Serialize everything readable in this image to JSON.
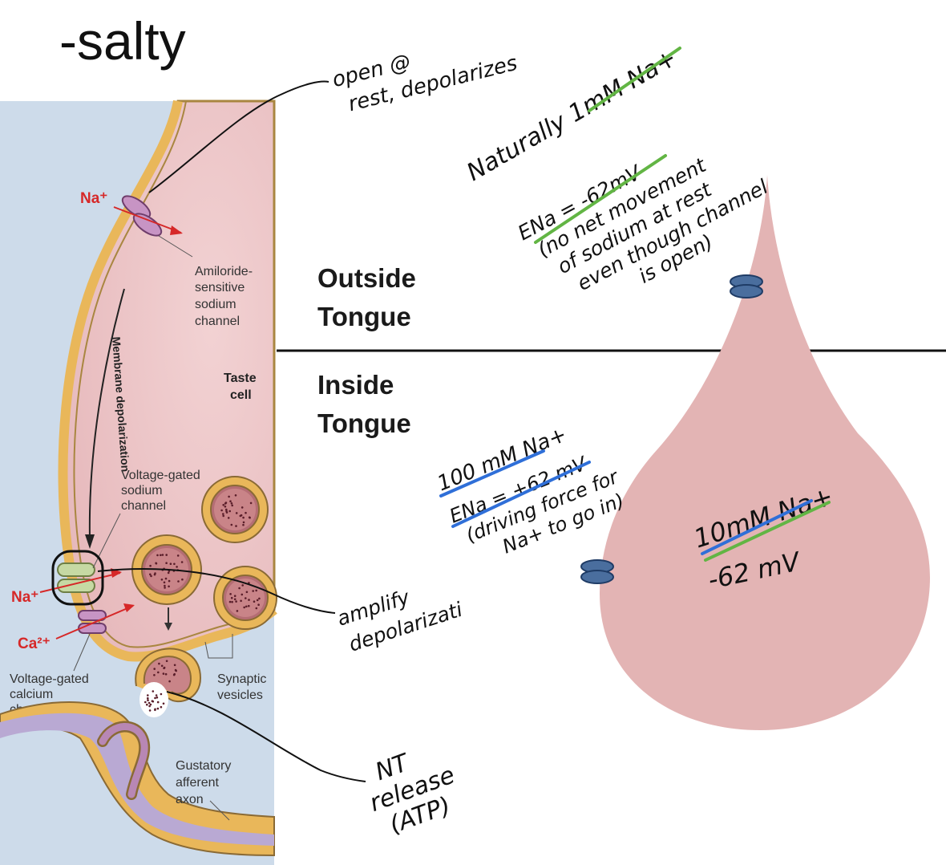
{
  "slide": {
    "title": "-salty"
  },
  "regions": {
    "outside": "Outside\nTongue",
    "inside": "Inside\nTongue"
  },
  "diagram_labels": {
    "na_top": "Na⁺",
    "amiloride": [
      "Amiloride-",
      "sensitive",
      "sodium",
      "channel"
    ],
    "taste_cell": [
      "Taste",
      "cell"
    ],
    "membrane_depolarization": "Membrane depolarization",
    "voltage_gated_sodium": [
      "Voltage-gated",
      "sodium",
      "channel"
    ],
    "na_bottom": "Na⁺",
    "ca": "Ca²⁺",
    "voltage_gated_calcium": [
      "Voltage-gated",
      "calcium",
      "channel"
    ],
    "synaptic_vesicles": [
      "Synaptic",
      "vesicles"
    ],
    "gustatory_afferent": [
      "Gustatory",
      "afferent",
      "axon"
    ]
  },
  "annotations": {
    "open_rest": [
      "open @",
      "rest, depolarizes"
    ],
    "naturally": "Naturally 1mM Na+",
    "ena_outside": [
      "ENa = -62mV",
      "(no net movement",
      "of sodium at rest",
      "even though channel",
      "is open)"
    ],
    "inside_mm": "100 mM Na+",
    "ena_inside": [
      "ENa = +62 mV",
      "(driving force for",
      "Na+ to go in)"
    ],
    "amplify": [
      "amplify",
      "depolarizati"
    ],
    "cell_conc": "10mM Na+",
    "cell_potential": "-62 mV",
    "nt_release": [
      "NT",
      "release",
      "(ATP)"
    ]
  },
  "colors": {
    "extracellular": "#cddbea",
    "cell_fill": "#ecc6c8",
    "membrane": "#e9b75a",
    "teardrop": "#e3b4b4",
    "channel_blue": "#4a6e9e",
    "underline_green": "#62b544",
    "underline_blue": "#2f6fd8",
    "label_red": "#d62828"
  }
}
